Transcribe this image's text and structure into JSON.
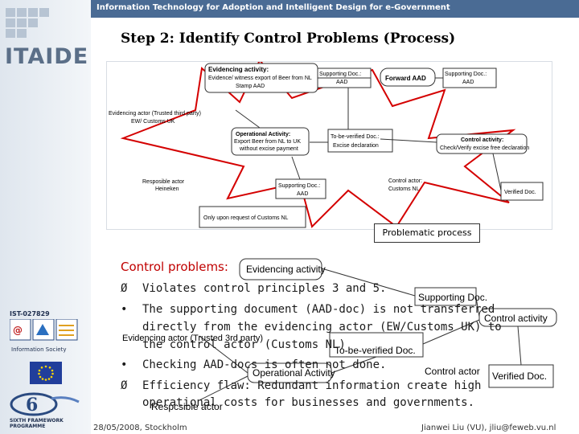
{
  "header": {
    "banner_text": "Information Technology for Adoption and Intelligent Design for e-Government"
  },
  "sidebar": {
    "logo_text": "ITAIDE",
    "project_number": "IST-027829",
    "is_label": "Information Society",
    "fp6_label": [
      "SIXTH FRAMEWORK",
      "PROGRAMME"
    ]
  },
  "slide": {
    "title": "Step 2: Identify Control Problems (Process)"
  },
  "top_diagram": {
    "evidencing_activity": [
      "Evidencing activity:",
      "Evidence/ witness export of Beer from NL",
      "Stamp AAD"
    ],
    "supporting_doc_1": [
      "Supporting Doc.:",
      "AAD"
    ],
    "forward_aad": "Forward AAD",
    "supporting_doc_2": [
      "Supporting Doc.:",
      "AAD"
    ],
    "evidencing_actor": [
      "Evidencing actor (Trusted third party)",
      "EW/ Customs UK"
    ],
    "operational_activity": [
      "Operational Activity:",
      "Export Beer from NL to UK",
      "without excise payment"
    ],
    "to_be_verified": [
      "To-be-verified Doc.:",
      "Excise declaration"
    ],
    "control_activity": [
      "Control activity:",
      "Check/Verify excise free declaration"
    ],
    "responsible_actor": [
      "Resposible actor",
      "Heineken"
    ],
    "supporting_doc_3": [
      "Supporting Doc.:",
      "AAD"
    ],
    "control_actor": [
      "Control actor:",
      "Customs NL"
    ],
    "verified_doc": "Verified Doc.",
    "note": "Only upon request of Customs NL",
    "callout": "Problematic process"
  },
  "bottom_diagram": {
    "evidencing_activity": "Evidencing activity",
    "supporting_doc": "Supporting Doc.",
    "control_activity": "Control activity",
    "evidencing_actor": "Evidencing actor (Trusted 3rd party)",
    "to_be_verified": "To-be-verified Doc.",
    "operational_activity": "Operational Activity",
    "control_actor": "Control actor",
    "verified_doc": "Verified Doc.",
    "responsible_actor": "Respcsible actor"
  },
  "problems": {
    "title": "Control problems:",
    "bullets": [
      {
        "mark": "Ø",
        "lines": [
          "Violates control principles 3 and 5."
        ]
      },
      {
        "mark": "•",
        "lines": [
          "The supporting document (AAD-doc) is not transferred",
          "directly from the evidencing actor (EW/Customs UK) to",
          "the control actor (Customs NL)"
        ]
      },
      {
        "mark": "•",
        "lines": [
          "Checking AAD-docs is often not done."
        ]
      },
      {
        "mark": "Ø",
        "lines": [
          "Efficiency flaw: Redundant information create high",
          "operational costs for businesses and governments."
        ]
      }
    ]
  },
  "footer": {
    "date": "28/05/2008, Stockholm",
    "author": "Jianwei Liu (VU), jliu@feweb.vu.nl"
  },
  "colors": {
    "banner": "#4a6b94",
    "problem_title": "#c00000",
    "star_outline": "#d40000"
  }
}
